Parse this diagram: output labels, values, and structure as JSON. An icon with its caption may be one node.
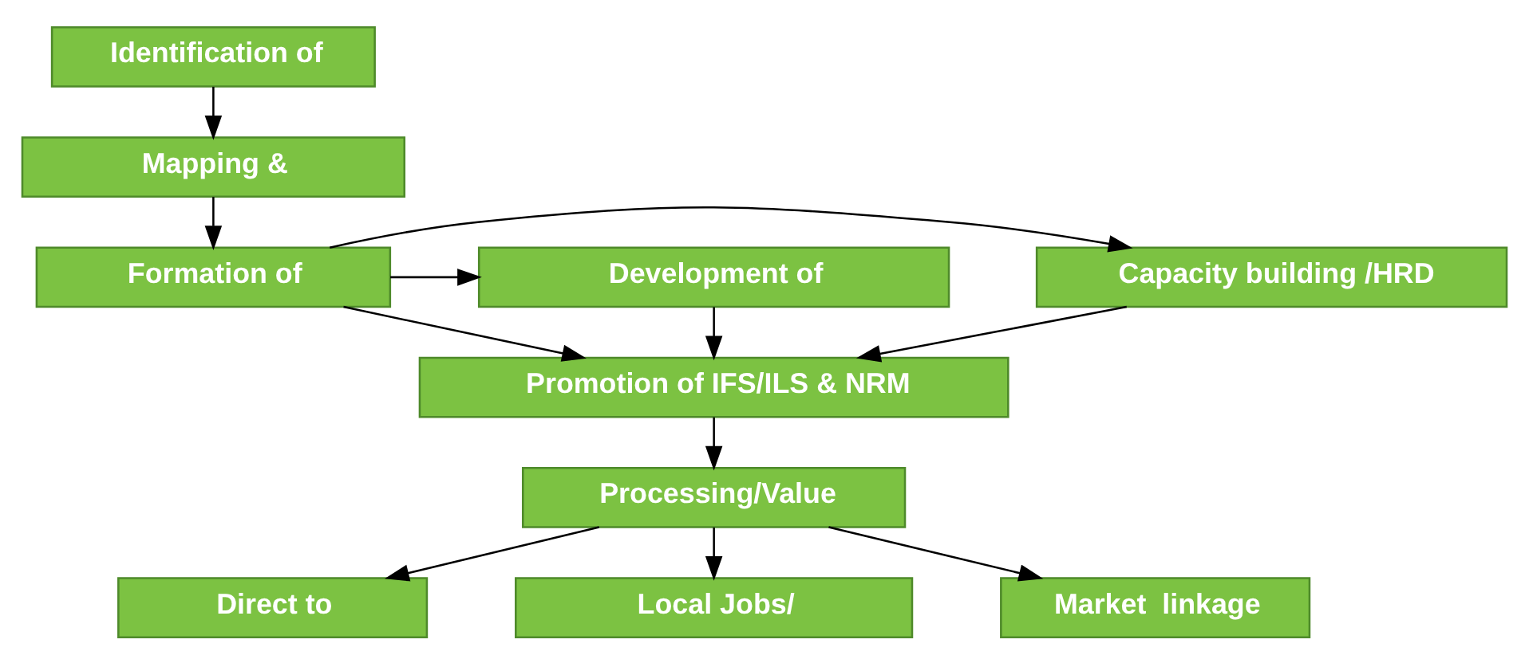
{
  "diagram": {
    "nodes": [
      {
        "text": [
          "Identification of"
        ]
      },
      {
        "text": [
          "Mapping &"
        ]
      },
      {
        "text": [
          "Formation of"
        ]
      },
      {
        "text": [
          "Capacity building /HRD"
        ]
      },
      {
        "text": [
          "Development of"
        ]
      },
      {
        "text": [
          "Promotion of IFS/ILS & NRM"
        ]
      },
      {
        "text": [
          "Processing/Value"
        ]
      },
      {
        "text": [
          "Direct to"
        ]
      },
      {
        "text": [
          "Local Jobs/"
        ]
      },
      {
        "text": [
          "Market  linkage"
        ]
      }
    ],
    "edges": [
      {
        "from": 0,
        "to": 1,
        "arrow": "to"
      },
      {
        "from": 1,
        "to": 2,
        "arrow": "to"
      },
      {
        "from": 2,
        "to": 3,
        "arrow": "to"
      },
      {
        "from": 2,
        "to": 5,
        "arrow": "to"
      },
      {
        "from": 2,
        "to": 4,
        "arrow": "to"
      },
      {
        "from": 3,
        "to": 5,
        "arrow": "to"
      },
      {
        "from": 4,
        "to": 5,
        "arrow": "to"
      },
      {
        "from": 5,
        "to": 6,
        "arrow": "to"
      },
      {
        "from": 6,
        "to": 7,
        "arrow": "to"
      },
      {
        "from": 6,
        "to": 8,
        "arrow": "to"
      },
      {
        "from": 6,
        "to": 9,
        "arrow": "to"
      }
    ]
  }
}
